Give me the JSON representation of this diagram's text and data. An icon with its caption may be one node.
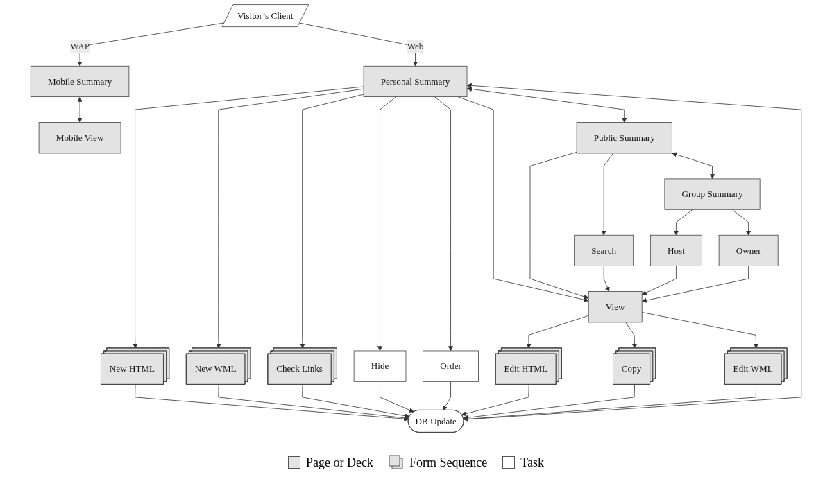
{
  "diagram": {
    "nodes": [
      {
        "text": [
          "Visitor’s Client"
        ]
      },
      {
        "text": [
          "Mobile Summary"
        ]
      },
      {
        "text": [
          "Mobile View"
        ]
      },
      {
        "text": [
          "Personal Summary"
        ]
      },
      {
        "text": [
          "Public Summary"
        ]
      },
      {
        "text": [
          "Group Summary"
        ]
      },
      {
        "text": [
          "Check Links"
        ]
      },
      {
        "text": [
          "New HTML"
        ]
      },
      {
        "text": [
          "New WML"
        ]
      },
      {
        "text": [
          "Search"
        ]
      },
      {
        "text": [
          "Host"
        ]
      },
      {
        "text": [
          "Owner"
        ]
      },
      {
        "text": [
          "Hide"
        ]
      },
      {
        "text": [
          "Order"
        ]
      },
      {
        "text": [
          "View"
        ]
      },
      {
        "text": [
          "DB Update"
        ]
      },
      {
        "text": [
          "Edit HTML"
        ]
      },
      {
        "text": [
          "Copy"
        ]
      },
      {
        "text": [
          "Edit WML"
        ]
      }
    ],
    "edges": [
      {
        "from": 0,
        "to": 1,
        "arrow": "to",
        "label": "WAP"
      },
      {
        "from": 0,
        "to": 3,
        "arrow": "to",
        "label": "Web"
      },
      {
        "from": 1,
        "to": 2,
        "arrow": "both"
      },
      {
        "from": 3,
        "to": 4,
        "arrow": "both"
      },
      {
        "from": 4,
        "to": 5,
        "arrow": "both"
      },
      {
        "from": 15,
        "to": 3,
        "arrow": "to"
      },
      {
        "from": 3,
        "to": 6,
        "arrow": "to"
      },
      {
        "from": 3,
        "to": 12,
        "arrow": "to"
      },
      {
        "from": 3,
        "to": 13,
        "arrow": "to"
      },
      {
        "from": 3,
        "to": 7,
        "arrow": "to"
      },
      {
        "from": 3,
        "to": 8,
        "arrow": "to"
      },
      {
        "from": 3,
        "to": 14,
        "arrow": "to"
      },
      {
        "from": 4,
        "to": 9,
        "arrow": "to"
      },
      {
        "from": 4,
        "to": 14,
        "arrow": "to"
      },
      {
        "from": 5,
        "to": 10,
        "arrow": "to"
      },
      {
        "from": 5,
        "to": 11,
        "arrow": "to"
      },
      {
        "from": 9,
        "to": 14,
        "arrow": "to"
      },
      {
        "from": 10,
        "to": 14,
        "arrow": "to"
      },
      {
        "from": 11,
        "to": 14,
        "arrow": "to"
      },
      {
        "from": 7,
        "to": 15,
        "arrow": "to"
      },
      {
        "from": 8,
        "to": 15,
        "arrow": "to"
      },
      {
        "from": 6,
        "to": 15,
        "arrow": "to"
      },
      {
        "from": 12,
        "to": 15,
        "arrow": "to"
      },
      {
        "from": 13,
        "to": 15,
        "arrow": "to"
      },
      {
        "from": 14,
        "to": 16,
        "arrow": "to"
      },
      {
        "from": 14,
        "to": 17,
        "arrow": "to"
      },
      {
        "from": 14,
        "to": 18,
        "arrow": "to"
      },
      {
        "from": 16,
        "to": 15,
        "arrow": "to"
      },
      {
        "from": 17,
        "to": 15,
        "arrow": "to"
      },
      {
        "from": 18,
        "to": 15,
        "arrow": "to"
      }
    ],
    "legend": [
      {
        "text": "Page or Deck",
        "color": "#e3e3e3"
      },
      {
        "text": "Form Sequence"
      },
      {
        "text": "Task",
        "color": "#ffffff"
      }
    ]
  }
}
